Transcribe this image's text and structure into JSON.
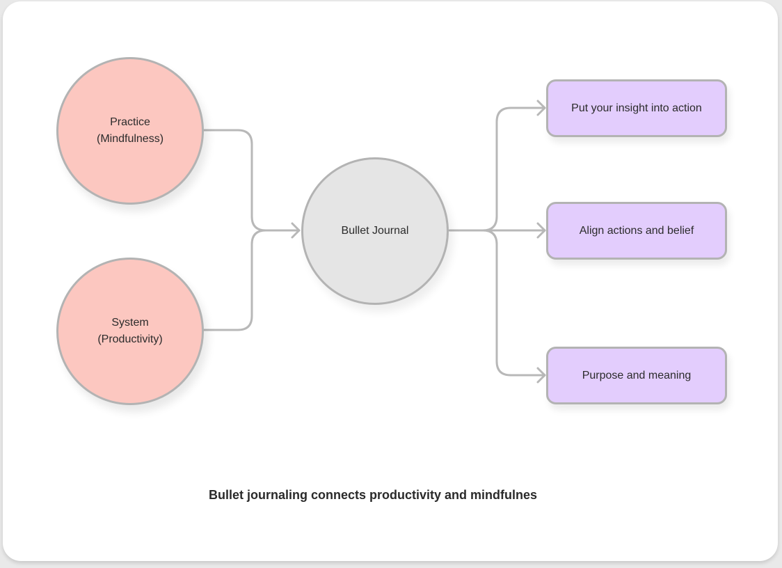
{
  "diagram": {
    "nodes": {
      "practice": {
        "line1": "Practice",
        "line2": "(Mindfulness)"
      },
      "system": {
        "line1": "System",
        "line2": "(Productivity)"
      },
      "center": {
        "label": "Bullet Journal"
      },
      "insight": {
        "label": "Put your insight into action"
      },
      "align": {
        "label": "Align actions and belief"
      },
      "purpose": {
        "label": "Purpose and meaning"
      }
    },
    "edges": [
      {
        "from": "practice",
        "to": "center"
      },
      {
        "from": "system",
        "to": "center"
      },
      {
        "from": "center",
        "to": "insight"
      },
      {
        "from": "center",
        "to": "align"
      },
      {
        "from": "center",
        "to": "purpose"
      }
    ],
    "caption": "Bullet journaling connects productivity and mindfulnes"
  },
  "colors": {
    "circle_fill": "#fcc7c0",
    "center_fill": "#e5e5e5",
    "box_fill": "#e3cdfd",
    "outline": "#b3b3b3",
    "connector": "#b8b8b8"
  }
}
